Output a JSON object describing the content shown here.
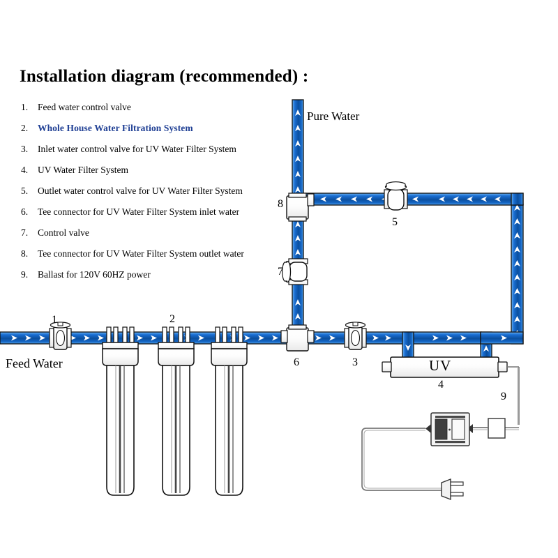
{
  "title": "Installation diagram (recommended) :",
  "legend": {
    "items": [
      {
        "num": "1.",
        "label": "Feed water control valve",
        "highlight": false
      },
      {
        "num": "2.",
        "label": "Whole House Water Filtration System",
        "highlight": true
      },
      {
        "num": "3.",
        "label": "Inlet water control valve for UV Water Filter System",
        "highlight": false
      },
      {
        "num": "4.",
        "label": "UV Water Filter System",
        "highlight": false
      },
      {
        "num": "5.",
        "label": "Outlet water control valve for UV Water Filter System",
        "highlight": false
      },
      {
        "num": "6.",
        "label": "Tee connector for UV Water Filter System  inlet water",
        "highlight": false
      },
      {
        "num": "7.",
        "label": "Control valve",
        "highlight": false
      },
      {
        "num": "8.",
        "label": "Tee connector for UV Water Filter System  outlet water",
        "highlight": false
      },
      {
        "num": "9.",
        "label": "Ballast for 120V 60HZ power",
        "highlight": false
      }
    ]
  },
  "diagram": {
    "labels": {
      "pure_water": "Pure Water",
      "feed_water": "Feed Water",
      "uv": "UV"
    },
    "callouts": {
      "valve_feed": "1",
      "filtration_system": "2",
      "uv_inlet_valve": "3",
      "uv_system": "4",
      "uv_outlet_valve": "5",
      "tee_inlet": "6",
      "control_valve": "7",
      "tee_outlet": "8",
      "ballast": "9"
    },
    "colors": {
      "pipe_water": "#1a6fd4",
      "pipe_water_dark": "#0b4f9e",
      "pipe_water_light": "#7fc0f5",
      "arrow": "#ffffff",
      "outline": "#1a1a1a",
      "body_fill": "#ffffff",
      "accent_text": "#1f3f94",
      "ballast_panel": "#4a4a4a",
      "wire": "#6e6e6e"
    }
  }
}
